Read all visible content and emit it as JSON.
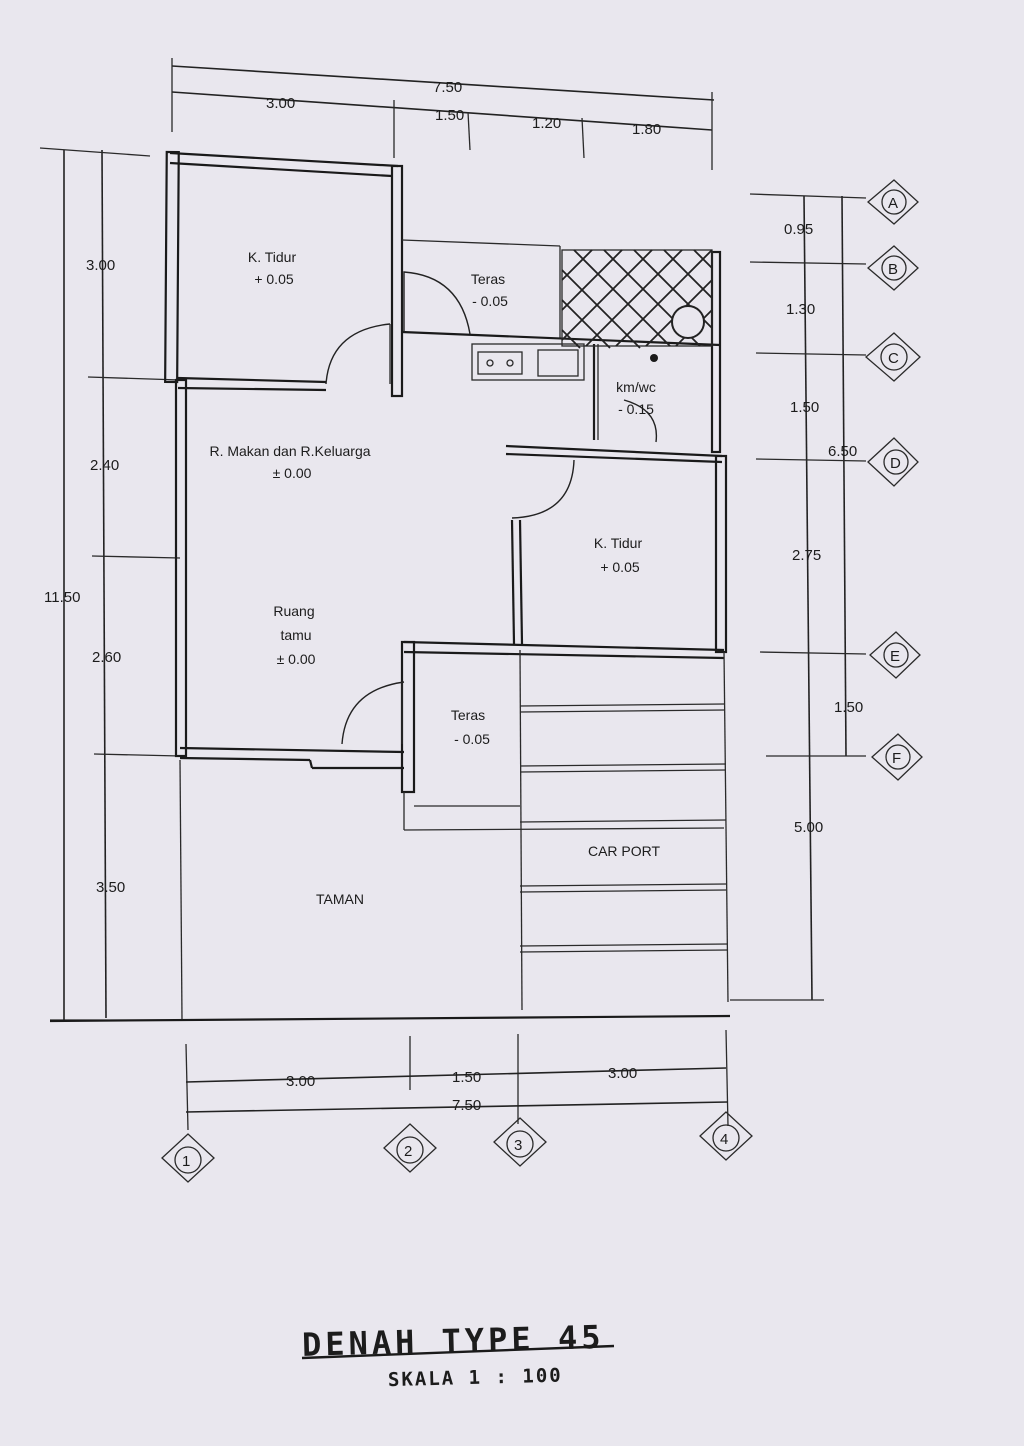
{
  "drawing": {
    "title": "DENAH TYPE 45",
    "scale": "SKALA 1 : 100"
  },
  "rooms": {
    "bedroom_top": {
      "name": "K. Tidur",
      "level": "+ 0.05"
    },
    "teras_top": {
      "name": "Teras",
      "level": "- 0.05"
    },
    "bath": {
      "name": "km/wc",
      "level": "- 0.15"
    },
    "dining": {
      "name": "R. Makan dan R.Keluarga",
      "level": "± 0.00"
    },
    "bedroom_right": {
      "name": "K. Tidur",
      "level": "+ 0.05"
    },
    "living": {
      "name1": "Ruang",
      "name2": "tamu",
      "level": "± 0.00"
    },
    "teras_front": {
      "name": "Teras",
      "level": "- 0.05"
    },
    "carport": {
      "name": "CAR PORT"
    },
    "garden": {
      "name": "TAMAN"
    }
  },
  "dimensions": {
    "top_total": "7.50",
    "top_a": "3.00",
    "top_b": "1.50",
    "top_c": "1.20",
    "top_d": "1.80",
    "left_total": "11.50",
    "left_a": "3.00",
    "left_b": "2.40",
    "left_c": "2.60",
    "left_d": "3.50",
    "right_a": "0.95",
    "right_b": "1.30",
    "right_c": "1.50",
    "right_d": "2.75",
    "right_e": "1.50",
    "right_total": "6.50",
    "right_f": "5.00",
    "bottom_a": "3.00",
    "bottom_b": "1.50",
    "bottom_c": "3.00",
    "bottom_total": "7.50"
  },
  "grid_axes": {
    "rows": [
      "A",
      "B",
      "C",
      "D",
      "E",
      "F"
    ],
    "columns": [
      "1",
      "2",
      "3",
      "4"
    ]
  }
}
